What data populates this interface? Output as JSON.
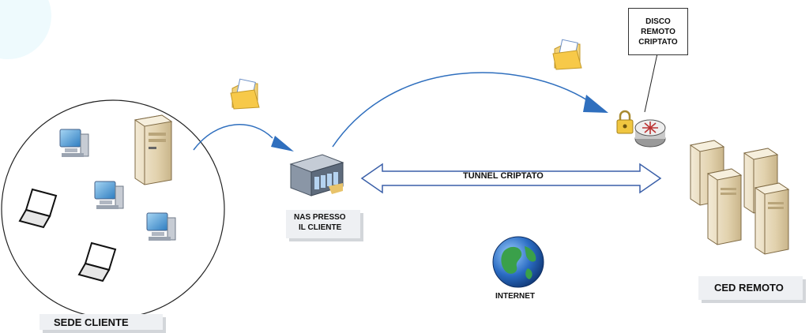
{
  "labels": {
    "site": "SEDE CLIENTE",
    "nas": [
      "NAS PRESSO",
      "IL CLIENTE"
    ],
    "tunnel": "TUNNEL CRIPTATO",
    "internet": "INTERNET",
    "ced": "CED REMOTO",
    "disk": [
      "DISCO",
      "REMOTO",
      "CRIPTATO"
    ]
  },
  "colors": {
    "arrow": "#2f6fbe",
    "tunnel_fill": "#ffffff",
    "tunnel_stroke": "#3a5fa8",
    "server_body": "#e9dcc0",
    "monitor_blue": "#5fa6d8",
    "globe": "#2d8a3a"
  },
  "icons": {
    "document": "folder-document-icon",
    "lock": "padlock-icon",
    "router": "router-icon",
    "globe": "globe-icon",
    "server": "tower-server-icon",
    "desktop": "desktop-computer-icon",
    "laptop": "laptop-icon",
    "nas": "nas-device-icon"
  }
}
